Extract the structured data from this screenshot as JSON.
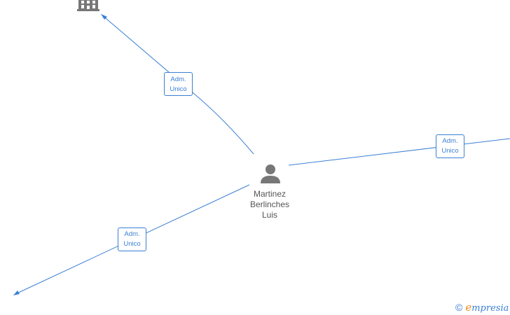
{
  "person": {
    "name_line1": "Martinez",
    "name_line2": "Berlinches",
    "name_line3": "Luis"
  },
  "edges": [
    {
      "line1": "Adm.",
      "line2": "Unico",
      "target": "company-top-left"
    },
    {
      "line1": "Adm.",
      "line2": "Unico",
      "target": "company-right"
    },
    {
      "line1": "Adm.",
      "line2": "Unico",
      "target": "company-bottom-left"
    }
  ],
  "icons": {
    "person": "person-icon",
    "company": "building-icon"
  },
  "colors": {
    "edge": "#3b7fd4",
    "node": "#777777",
    "text": "#555555",
    "brand_accent": "#f08c1a"
  },
  "watermark": {
    "copyright": "©",
    "brand_e": "e",
    "brand_rest": "mpresia"
  }
}
